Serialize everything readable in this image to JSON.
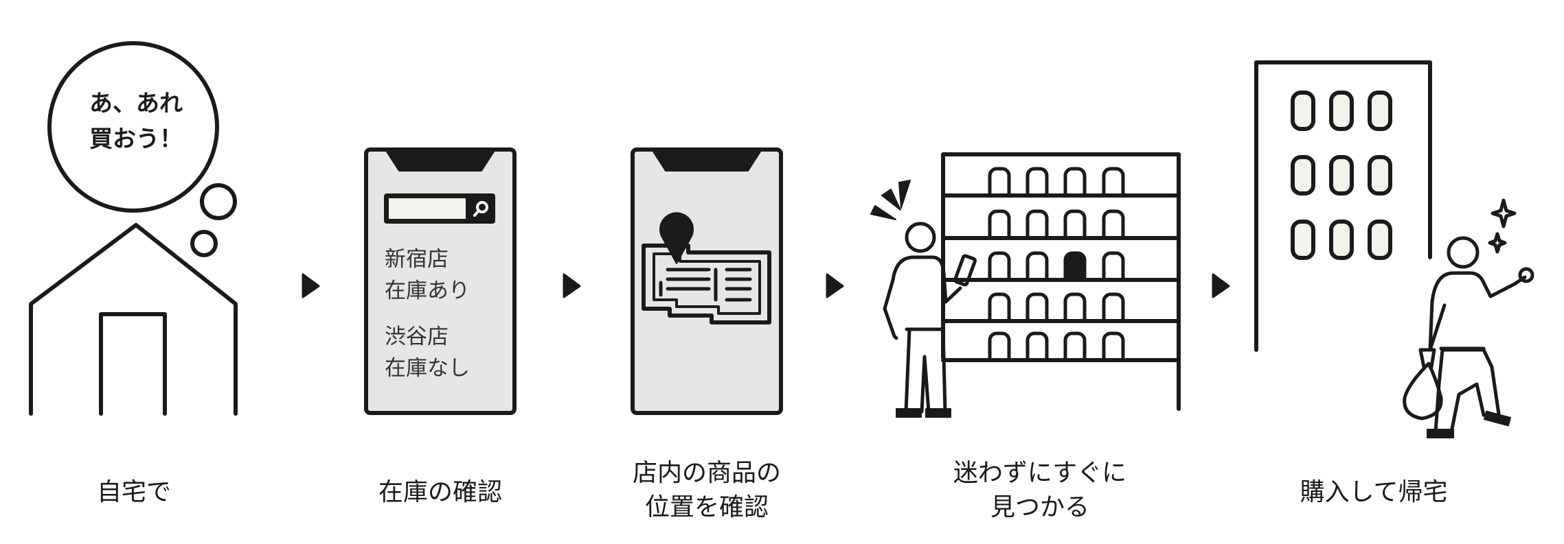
{
  "steps": [
    {
      "label_lines": [
        "自宅で"
      ]
    },
    {
      "label_lines": [
        "在庫の確認"
      ]
    },
    {
      "label_lines": [
        "店内の商品の",
        "位置を確認"
      ]
    },
    {
      "label_lines": [
        "迷わずにすぐに",
        "見つかる"
      ]
    },
    {
      "label_lines": [
        "購入して帰宅"
      ]
    }
  ],
  "thought_bubble": {
    "lines": [
      "あ、あれ",
      "買おう！"
    ]
  },
  "phone_inventory": {
    "stores": [
      {
        "name": "新宿店",
        "status": "在庫あり"
      },
      {
        "name": "渋谷店",
        "status": "在庫なし"
      }
    ]
  },
  "icons": {
    "house": "house-icon",
    "thought": "thought-bubble-icon",
    "phone_search": "phone-search-icon",
    "search": "search-icon",
    "phone_map": "phone-map-icon",
    "map_pin": "map-pin-icon",
    "shelf": "store-shelf-icon",
    "person_surprised": "person-surprised-icon",
    "building": "building-icon",
    "person_happy": "person-happy-icon",
    "arrow": "arrow-right-icon"
  },
  "colors": {
    "line": "#1a1a1a",
    "phone_screen": "#e6e6e6",
    "window_fill": "#f3f2ec",
    "background": "#ffffff"
  }
}
